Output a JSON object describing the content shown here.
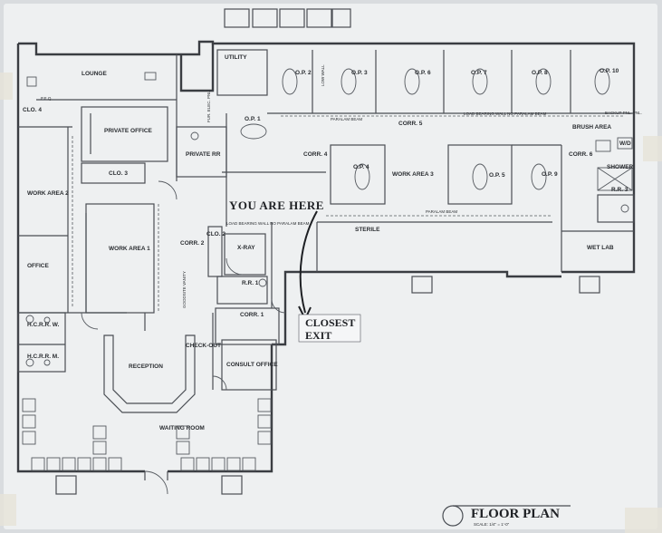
{
  "plan": {
    "title": "FLOOR PLAN",
    "scale": "SCALE: 1/4\" = 1'-0\"",
    "you_are_here": "YOU ARE HERE",
    "closest_exit_line1": "CLOSEST",
    "closest_exit_line2": "EXIT"
  },
  "rooms": {
    "lounge": "LOUNGE",
    "utility": "UTILITY",
    "op1": "O.P. 1",
    "op2": "O.P. 2",
    "op3": "O.P. 3",
    "op6": "O.P. 6",
    "op7": "O.P. 7",
    "op8": "O.P. 8",
    "op9": "O.P. 9",
    "op10": "O.P. 10",
    "op4": "O.P. 4",
    "op5": "O.P. 5",
    "clo4": "CLO. 4",
    "clo3": "CLO. 3",
    "clo2": "CLO. 2",
    "private_office": "PRIVATE OFFICE",
    "private_rr": "PRIVATE RR",
    "work_area_2": "WORK AREA 2",
    "work_area_1": "WORK AREA 1",
    "work_area_3": "WORK AREA 3",
    "office": "OFFICE",
    "corr2": "CORR. 2",
    "corr4": "CORR. 4",
    "corr5": "CORR. 5",
    "corr6": "CORR. 6",
    "corr1": "CORR. 1",
    "xray": "X-RAY",
    "rr1": "R.R. 1",
    "rr3": "R.R. 3",
    "sterile": "STERILE",
    "brush_area": "BRUSH AREA",
    "wd": "W/D",
    "shower": "SHOWER",
    "wet_lab": "WET LAB",
    "hcrr_w": "H.C.R.R. W.",
    "hcrr_m": "H.C.R.R. M.",
    "reception": "RECEPTION",
    "check_out": "CHECK-OUT",
    "consult_office": "CONSULT OFFICE",
    "waiting_room": "WAITING ROOM"
  },
  "notes": {
    "load_bearing_1": "LOAD BEARING WALL NO PARALAM BEAM",
    "load_bearing_2": "LOAD BEARING WALL NO PARALAM BEAM",
    "paralam_beam_1": "PARALAM BEAM",
    "paralam_beam_2": "PARALAM BEAM",
    "low_wall": "LOW WALL",
    "vanity": "GOODSITE VANITY",
    "fur_elec": "FUR. ELEC. PNL.",
    "backup": "BACKUP PNL. PNL.",
    "p_eq": "P.E.Q."
  }
}
